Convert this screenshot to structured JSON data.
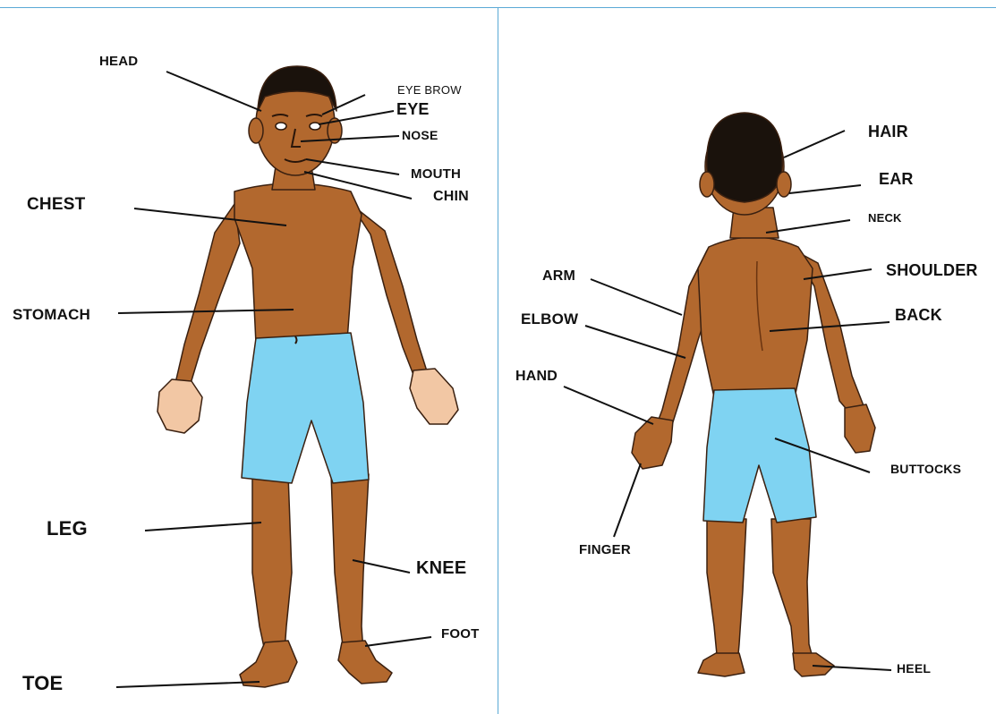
{
  "colors": {
    "skin": "#b2682e",
    "skin_light": "#d28c52",
    "skin_dark": "#8a4a1c",
    "hair": "#1a120c",
    "shorts": "#7fd3f2",
    "shorts_shadow": "#57b8e0",
    "palm": "#f2c7a4",
    "frame": "#5aa9d6",
    "line": "#111111"
  },
  "front": {
    "labels": {
      "head": "HEAD",
      "eye_brow": "EYE BROW",
      "eye": "EYE",
      "nose": "NOSE",
      "mouth": "MOUTH",
      "chin": "CHIN",
      "chest": "CHEST",
      "stomach": "STOMACH",
      "leg": "LEG",
      "knee": "KNEE",
      "foot": "FOOT",
      "toe": "TOE"
    }
  },
  "back": {
    "labels": {
      "hair": "HAIR",
      "ear": "EAR",
      "neck": "NECK",
      "shoulder": "SHOULDER",
      "back": "BACK",
      "arm": "ARM",
      "elbow": "ELBOW",
      "hand": "HAND",
      "buttocks": "BUTTOCKS",
      "finger": "FINGER",
      "heel": "HEEL"
    }
  }
}
